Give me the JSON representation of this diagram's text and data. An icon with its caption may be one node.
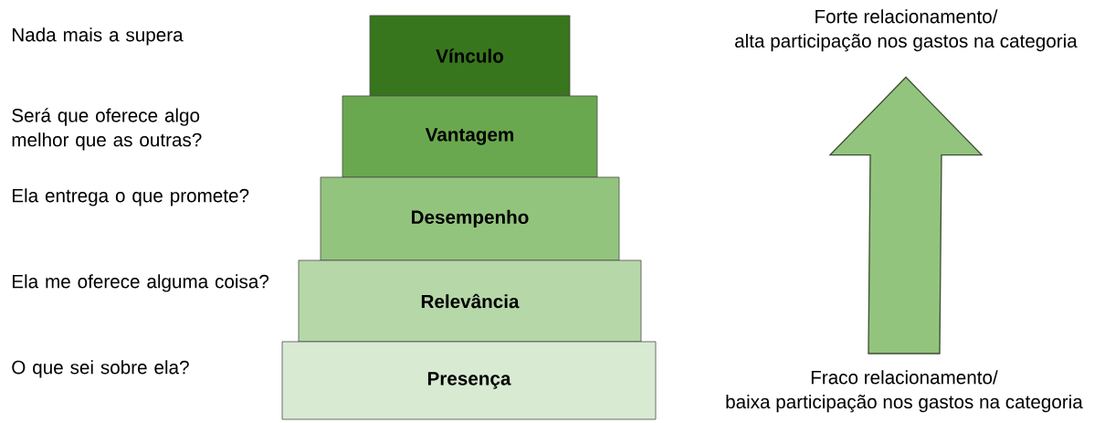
{
  "diagram": {
    "nodes": [
      {
        "text": [
          "Vínculo"
        ]
      },
      {
        "text": [
          "Vantagem"
        ]
      },
      {
        "text": [
          "Desempenho"
        ]
      },
      {
        "text": [
          "Relevância"
        ]
      },
      {
        "text": [
          "Presença"
        ]
      },
      {
        "text": [
          "Forte relacionamento/",
          "alta participação nos gastos na categoria"
        ]
      },
      {
        "text": [
          "Fraco relacionamento/",
          "baixa participação nos gastos na categoria"
        ]
      }
    ],
    "edges": [
      {
        "from": 6,
        "to": 5,
        "arrow": "to",
        "style": "thick",
        "color": "#93c47d"
      }
    ],
    "labels": [
      "Nada mais a supera",
      "Será que oferece algo melhor que as outras?",
      "Ela entrega o que promete?",
      "Ela me oferece alguma coisa?",
      "O que sei sobre ela?"
    ]
  }
}
